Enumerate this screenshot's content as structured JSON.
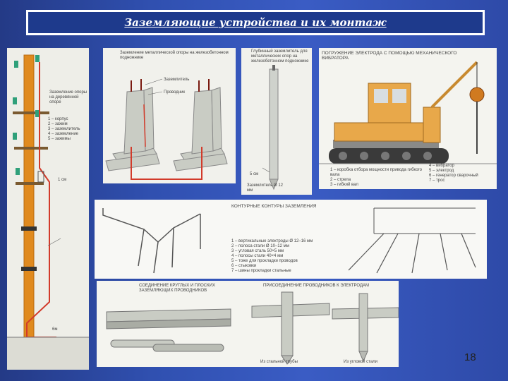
{
  "slide": {
    "title": "Заземляющие устройства и их монтаж",
    "page_number": "18"
  },
  "colors": {
    "background": "#3050b0",
    "title_bg": "#1e3a8c",
    "pole": "#e08a1e",
    "concrete": "#c9ccc4",
    "ground_wire": "#d23a2a",
    "tractor": "#e8a84a"
  },
  "figures": {
    "pole": {
      "caption": "Заземление опоры на деревянной опоре",
      "legend": [
        "1 – корпус",
        "2 – зажим",
        "3 – заземлитель",
        "4 – заземление",
        "5 – зажимы"
      ],
      "label_cable": "1 см",
      "label_ground": "6м"
    },
    "foundation": {
      "title": "Заземление металлической опоры на железобетонном подножнике",
      "label_1": "Заземлитель",
      "label_2": "Проводник"
    },
    "electrode": {
      "title": "Глубинный заземлитель для металлических опор на железобетонном подножнике",
      "label_top": "5 см",
      "label_bottom": "Заземлитель Ø 12 мм"
    },
    "vibrator": {
      "title": "ПОГРУЖЕНИЕ ЭЛЕКТРОДА С ПОМОЩЬЮ МЕХАНИЧЕСКОГО ВИБРАТОРА",
      "legend_left": [
        "1 – коробка отбора мощности привода гибкого вала",
        "2 – стрела",
        "3 – гибкий вал"
      ],
      "legend_right": [
        "4 – вибратор",
        "5 – электрод",
        "6 – генератор сварочный",
        "7 – трос"
      ]
    },
    "contours": {
      "title": "КОНТУРНЫЕ КОНТУРЫ ЗАЗЕМЛЕНИЯ",
      "legend": [
        "1 – вертикальные электроды Ø 12–16 мм",
        "2 – полоса стали Ø 10–12 мм",
        "3 – угловая сталь 50×5 мм",
        "4 – полосы стали 40×4 мм",
        "5 – тоже для прокладки проводов",
        "6 – стыковки",
        "7 – шины прокладки стальные"
      ]
    },
    "joints": {
      "title_left": "СОЕДИНЕНИЕ КРУГЛЫХ И ПЛОСКИХ ЗАЗЕМЛЯЮЩИХ ПРОВОДНИКОВ",
      "title_right": "ПРИСОЕДИНЕНИЕ ПРОВОДНИКОВ К ЭЛЕКТРОДАМ",
      "caption_1": "Из стальной трубы",
      "caption_2": "Из угловой стали"
    }
  }
}
